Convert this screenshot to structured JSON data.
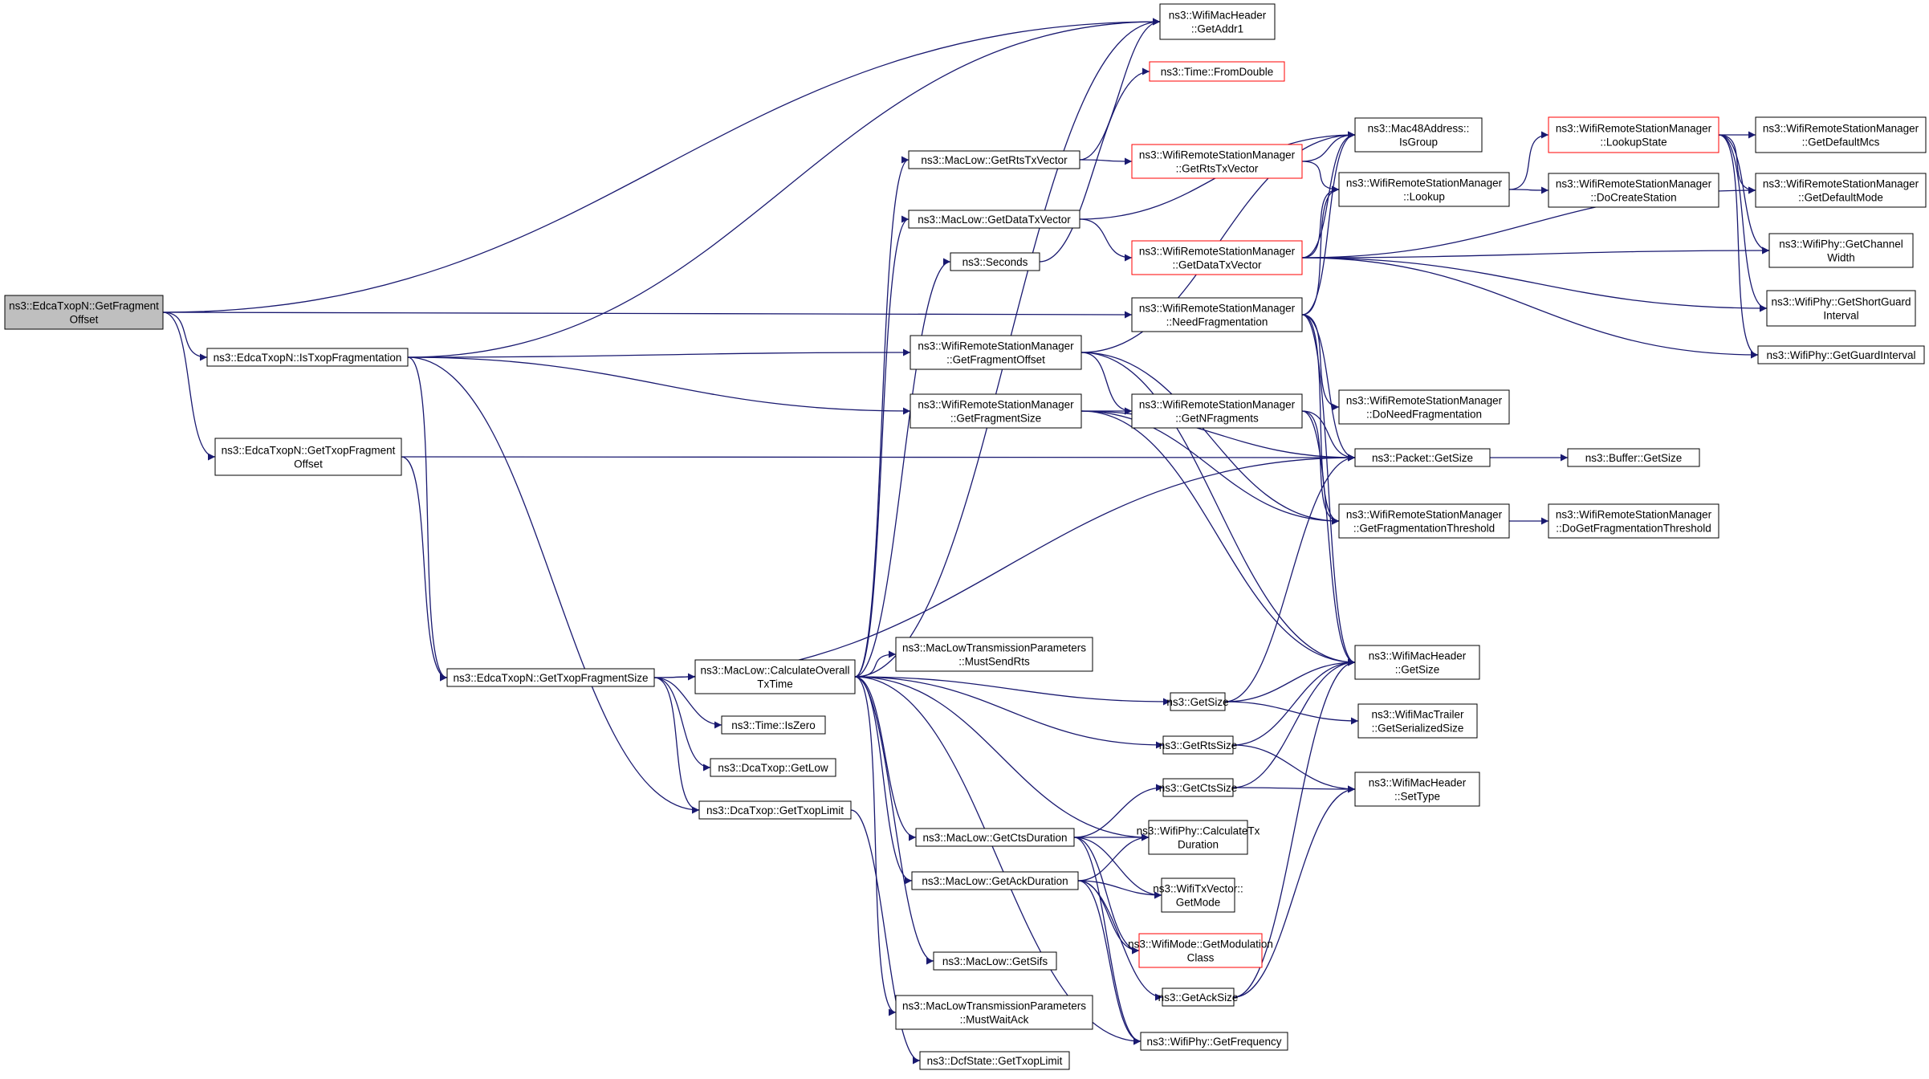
{
  "graph": {
    "edge_color": "#191970",
    "root_fill": "#bfbfbf",
    "highlight_border": "#ff0000",
    "nodes": {
      "root": {
        "lines": [
          "ns3::EdcaTxopN::GetFragment",
          "Offset"
        ],
        "style": "root"
      },
      "isTxop": {
        "lines": [
          "ns3::EdcaTxopN::IsTxopFragmentation"
        ]
      },
      "getTxopFragOff": {
        "lines": [
          "ns3::EdcaTxopN::GetTxopFragment",
          "Offset"
        ]
      },
      "getTxopFragSize": {
        "lines": [
          "ns3::EdcaTxopN::GetTxopFragmentSize"
        ]
      },
      "calcTx": {
        "lines": [
          "ns3::MacLow::CalculateOverall",
          "TxTime"
        ]
      },
      "timeIsZero": {
        "lines": [
          "ns3::Time::IsZero"
        ]
      },
      "dcaGetLow": {
        "lines": [
          "ns3::DcaTxop::GetLow"
        ]
      },
      "dcaGetTxopLimit": {
        "lines": [
          "ns3::DcaTxop::GetTxopLimit"
        ]
      },
      "dcfGetTxopLimit": {
        "lines": [
          "ns3::DcfState::GetTxopLimit"
        ]
      },
      "mustSendRts": {
        "lines": [
          "ns3::MacLowTransmissionParameters",
          "::MustSendRts"
        ]
      },
      "getCtsDur": {
        "lines": [
          "ns3::MacLow::GetCtsDuration"
        ]
      },
      "getAckDur": {
        "lines": [
          "ns3::MacLow::GetAckDuration"
        ]
      },
      "getSifs": {
        "lines": [
          "ns3::MacLow::GetSifs"
        ]
      },
      "mustWaitAck": {
        "lines": [
          "ns3::MacLowTransmissionParameters",
          "::MustWaitAck"
        ]
      },
      "getRtsTxV": {
        "lines": [
          "ns3::MacLow::GetRtsTxVector"
        ]
      },
      "getDataTxV": {
        "lines": [
          "ns3::MacLow::GetDataTxVector"
        ]
      },
      "seconds": {
        "lines": [
          "ns3::Seconds"
        ]
      },
      "wrsmGetFragOff": {
        "lines": [
          "ns3::WifiRemoteStationManager",
          "::GetFragmentOffset"
        ]
      },
      "wrsmGetFragSize": {
        "lines": [
          "ns3::WifiRemoteStationManager",
          "::GetFragmentSize"
        ]
      },
      "getAddr1": {
        "lines": [
          "ns3::WifiMacHeader",
          "::GetAddr1"
        ]
      },
      "fromDouble": {
        "lines": [
          "ns3::Time::FromDouble"
        ],
        "style": "red"
      },
      "wrsmGetRtsTxV": {
        "lines": [
          "ns3::WifiRemoteStationManager",
          "::GetRtsTxVector"
        ],
        "style": "red"
      },
      "wrsmGetDataTxV": {
        "lines": [
          "ns3::WifiRemoteStationManager",
          "::GetDataTxVector"
        ],
        "style": "red"
      },
      "needFrag": {
        "lines": [
          "ns3::WifiRemoteStationManager",
          "::NeedFragmentation"
        ]
      },
      "getNFrag": {
        "lines": [
          "ns3::WifiRemoteStationManager",
          "::GetNFragments"
        ]
      },
      "getSizeFn": {
        "lines": [
          "ns3::GetSize"
        ]
      },
      "getRtsSize": {
        "lines": [
          "ns3::GetRtsSize"
        ]
      },
      "getCtsSize": {
        "lines": [
          "ns3::GetCtsSize"
        ]
      },
      "calcTxDur": {
        "lines": [
          "ns3::WifiPhy::CalculateTx",
          "Duration"
        ]
      },
      "txvGetMode": {
        "lines": [
          "ns3::WifiTxVector::",
          "GetMode"
        ]
      },
      "getModClass": {
        "lines": [
          "ns3::WifiMode::GetModulation",
          "Class"
        ],
        "style": "red"
      },
      "getAckSize": {
        "lines": [
          "ns3::GetAckSize"
        ]
      },
      "getFreq": {
        "lines": [
          "ns3::WifiPhy::GetFrequency"
        ]
      },
      "isGroup": {
        "lines": [
          "ns3::Mac48Address::",
          "IsGroup"
        ]
      },
      "lookup": {
        "lines": [
          "ns3::WifiRemoteStationManager",
          "::Lookup"
        ]
      },
      "doNeedFrag": {
        "lines": [
          "ns3::WifiRemoteStationManager",
          "::DoNeedFragmentation"
        ]
      },
      "packetGetSize": {
        "lines": [
          "ns3::Packet::GetSize"
        ]
      },
      "getFragThresh": {
        "lines": [
          "ns3::WifiRemoteStationManager",
          "::GetFragmentationThreshold"
        ]
      },
      "macHdrGetSize": {
        "lines": [
          "ns3::WifiMacHeader",
          "::GetSize"
        ]
      },
      "trailerSize": {
        "lines": [
          "ns3::WifiMacTrailer",
          "::GetSerializedSize"
        ]
      },
      "setType": {
        "lines": [
          "ns3::WifiMacHeader",
          "::SetType"
        ]
      },
      "lookupState": {
        "lines": [
          "ns3::WifiRemoteStationManager",
          "::LookupState"
        ],
        "style": "red"
      },
      "doCreateStation": {
        "lines": [
          "ns3::WifiRemoteStationManager",
          "::DoCreateStation"
        ]
      },
      "bufGetSize": {
        "lines": [
          "ns3::Buffer::GetSize"
        ]
      },
      "doGetFragThresh": {
        "lines": [
          "ns3::WifiRemoteStationManager",
          "::DoGetFragmentationThreshold"
        ]
      },
      "getDefaultMcs": {
        "lines": [
          "ns3::WifiRemoteStationManager",
          "::GetDefaultMcs"
        ]
      },
      "getDefaultMode": {
        "lines": [
          "ns3::WifiRemoteStationManager",
          "::GetDefaultMode"
        ]
      },
      "getChanWidth": {
        "lines": [
          "ns3::WifiPhy::GetChannel",
          "Width"
        ]
      },
      "getShortGI": {
        "lines": [
          "ns3::WifiPhy::GetShortGuard",
          "Interval"
        ]
      },
      "getGI": {
        "lines": [
          "ns3::WifiPhy::GetGuardInterval"
        ]
      }
    },
    "edges": [
      [
        "root",
        "getAddr1"
      ],
      [
        "root",
        "isTxop"
      ],
      [
        "root",
        "getTxopFragOff"
      ],
      [
        "root",
        "needFrag"
      ],
      [
        "isTxop",
        "getAddr1"
      ],
      [
        "isTxop",
        "getTxopFragSize"
      ],
      [
        "isTxop",
        "wrsmGetFragOff"
      ],
      [
        "isTxop",
        "wrsmGetFragSize"
      ],
      [
        "isTxop",
        "dcaGetTxopLimit"
      ],
      [
        "getTxopFragOff",
        "getTxopFragSize"
      ],
      [
        "getTxopFragOff",
        "packetGetSize"
      ],
      [
        "getTxopFragSize",
        "calcTx"
      ],
      [
        "getTxopFragSize",
        "timeIsZero"
      ],
      [
        "getTxopFragSize",
        "dcaGetLow"
      ],
      [
        "getTxopFragSize",
        "dcaGetTxopLimit"
      ],
      [
        "getTxopFragSize",
        "packetGetSize"
      ],
      [
        "calcTx",
        "getAddr1"
      ],
      [
        "calcTx",
        "getRtsTxV"
      ],
      [
        "calcTx",
        "getDataTxV"
      ],
      [
        "calcTx",
        "seconds"
      ],
      [
        "calcTx",
        "mustSendRts"
      ],
      [
        "calcTx",
        "getSizeFn"
      ],
      [
        "calcTx",
        "getRtsSize"
      ],
      [
        "calcTx",
        "getCtsDur"
      ],
      [
        "calcTx",
        "getAckDur"
      ],
      [
        "calcTx",
        "getSifs"
      ],
      [
        "calcTx",
        "mustWaitAck"
      ],
      [
        "calcTx",
        "calcTxDur"
      ],
      [
        "calcTx",
        "getFreq"
      ],
      [
        "dcaGetTxopLimit",
        "dcfGetTxopLimit"
      ],
      [
        "getRtsTxV",
        "getAddr1"
      ],
      [
        "getRtsTxV",
        "wrsmGetRtsTxV"
      ],
      [
        "getDataTxV",
        "isGroup"
      ],
      [
        "getDataTxV",
        "wrsmGetDataTxV"
      ],
      [
        "seconds",
        "fromDouble"
      ],
      [
        "wrsmGetFragOff",
        "getNFrag"
      ],
      [
        "wrsmGetFragOff",
        "getFragThresh"
      ],
      [
        "wrsmGetFragOff",
        "macHdrGetSize"
      ],
      [
        "wrsmGetFragOff",
        "isGroup"
      ],
      [
        "wrsmGetFragSize",
        "getNFrag"
      ],
      [
        "wrsmGetFragSize",
        "getFragThresh"
      ],
      [
        "wrsmGetFragSize",
        "macHdrGetSize"
      ],
      [
        "wrsmGetFragSize",
        "packetGetSize"
      ],
      [
        "wrsmGetRtsTxV",
        "isGroup"
      ],
      [
        "wrsmGetRtsTxV",
        "lookup"
      ],
      [
        "wrsmGetDataTxV",
        "isGroup"
      ],
      [
        "wrsmGetDataTxV",
        "lookup"
      ],
      [
        "wrsmGetDataTxV",
        "getDefaultMode"
      ],
      [
        "wrsmGetDataTxV",
        "getChanWidth"
      ],
      [
        "wrsmGetDataTxV",
        "getShortGI"
      ],
      [
        "wrsmGetDataTxV",
        "getGI"
      ],
      [
        "needFrag",
        "isGroup"
      ],
      [
        "needFrag",
        "lookup"
      ],
      [
        "needFrag",
        "doNeedFrag"
      ],
      [
        "needFrag",
        "packetGetSize"
      ],
      [
        "needFrag",
        "getFragThresh"
      ],
      [
        "needFrag",
        "macHdrGetSize"
      ],
      [
        "getNFrag",
        "packetGetSize"
      ],
      [
        "getNFrag",
        "getFragThresh"
      ],
      [
        "getNFrag",
        "macHdrGetSize"
      ],
      [
        "getSizeFn",
        "macHdrGetSize"
      ],
      [
        "getSizeFn",
        "trailerSize"
      ],
      [
        "getSizeFn",
        "packetGetSize"
      ],
      [
        "getRtsSize",
        "macHdrGetSize"
      ],
      [
        "getRtsSize",
        "setType"
      ],
      [
        "getCtsSize",
        "macHdrGetSize"
      ],
      [
        "getCtsSize",
        "setType"
      ],
      [
        "getCtsDur",
        "getCtsSize"
      ],
      [
        "getCtsDur",
        "calcTxDur"
      ],
      [
        "getCtsDur",
        "txvGetMode"
      ],
      [
        "getCtsDur",
        "getModClass"
      ],
      [
        "getCtsDur",
        "getFreq"
      ],
      [
        "getAckDur",
        "getAckSize"
      ],
      [
        "getAckDur",
        "calcTxDur"
      ],
      [
        "getAckDur",
        "txvGetMode"
      ],
      [
        "getAckDur",
        "getModClass"
      ],
      [
        "getAckDur",
        "getFreq"
      ],
      [
        "getAckSize",
        "macHdrGetSize"
      ],
      [
        "getAckSize",
        "setType"
      ],
      [
        "lookup",
        "lookupState"
      ],
      [
        "lookup",
        "doCreateStation"
      ],
      [
        "lookupState",
        "getDefaultMcs"
      ],
      [
        "lookupState",
        "getDefaultMode"
      ],
      [
        "lookupState",
        "getChanWidth"
      ],
      [
        "lookupState",
        "getShortGI"
      ],
      [
        "lookupState",
        "getGI"
      ],
      [
        "packetGetSize",
        "bufGetSize"
      ],
      [
        "getFragThresh",
        "doGetFragThresh"
      ]
    ]
  }
}
